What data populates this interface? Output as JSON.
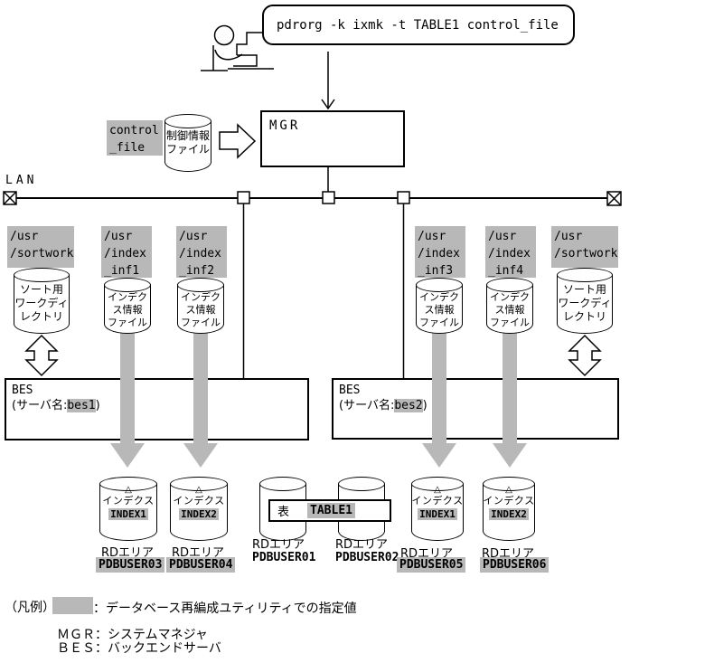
{
  "colors": {
    "highlight": "#b8b8b8",
    "line": "#000000"
  },
  "command_bubble": {
    "command": "pdrorg -k ixmk -t TABLE1 control_file"
  },
  "mgr": {
    "label": "MGR"
  },
  "lan": {
    "label": "LAN"
  },
  "control_file": {
    "path": "control\n_file",
    "cylinder_label": "制御情報\nファイル"
  },
  "paths": {
    "sortwork_left": "/usr\n/sortwork",
    "index_inf1": "/usr\n/index\n_inf1",
    "index_inf2": "/usr\n/index\n_inf2",
    "index_inf3": "/usr\n/index\n_inf3",
    "index_inf4": "/usr\n/index\n_inf4",
    "sortwork_right": "/usr\n/sortwork"
  },
  "cylinders": {
    "sort_dir": "ソート用\nワークディ\nレクトリ",
    "index_file": "インデク\nス情報\nファイル"
  },
  "bes1": {
    "label": "BES",
    "server_prefix": "(サーバ名:",
    "server_name": "bes1",
    "server_suffix": ")"
  },
  "bes2": {
    "label": "BES",
    "server_prefix": "(サーバ名:",
    "server_name": "bes2",
    "server_suffix": ")"
  },
  "rd_areas": {
    "marker": "△",
    "index_kind": "インデクス",
    "area_label": "RDエリア",
    "table_label": "表",
    "table_name": "TABLE1",
    "index1": "INDEX1",
    "index2": "INDEX2",
    "pdbuser01": "PDBUSER01",
    "pdbuser02": "PDBUSER02",
    "pdbuser03": "PDBUSER03",
    "pdbuser04": "PDBUSER04",
    "pdbuser05": "PDBUSER05",
    "pdbuser06": "PDBUSER06"
  },
  "legend": {
    "title": "（凡例）",
    "swatch_description": "：データベース再編成ユティリティでの指定値",
    "mgr_line": "ＭＧＲ：システムマネジャ",
    "bes_line": "ＢＥＳ：バックエンドサーバ"
  }
}
